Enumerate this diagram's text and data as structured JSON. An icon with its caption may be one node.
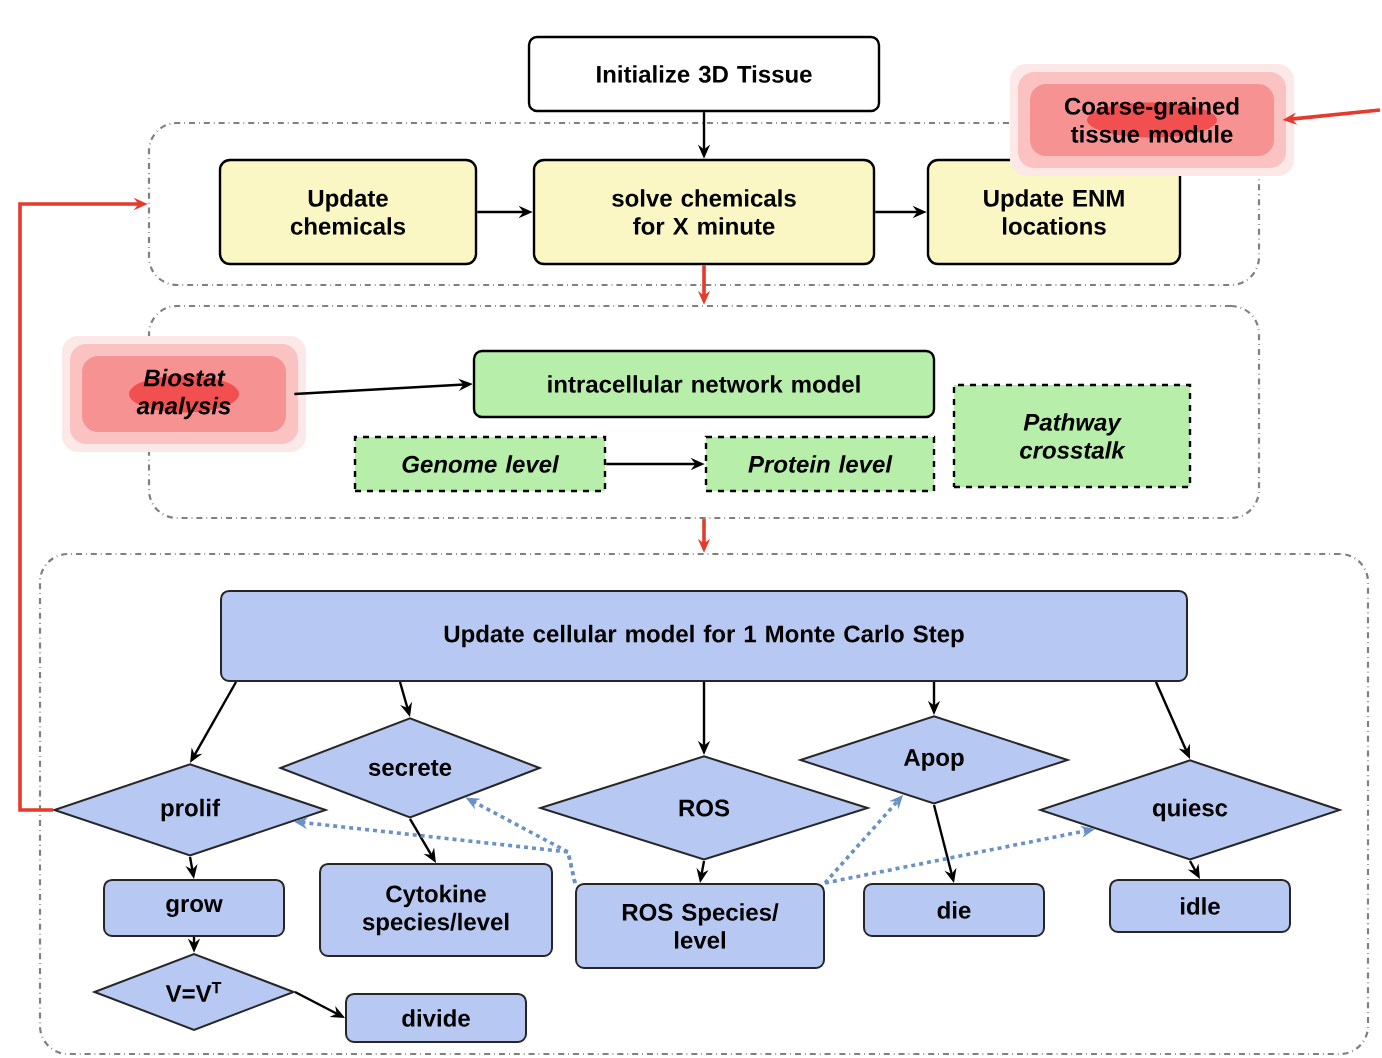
{
  "diagram": {
    "nodes": [
      {
        "text": [
          "Initialize 3D Tissue"
        ]
      },
      {
        "text": [],
        "shape": "box"
      },
      {
        "text": [
          "Update chemicals"
        ],
        "in": 1
      },
      {
        "text": [
          "solve chemicals for X minute"
        ],
        "in": 1
      },
      {
        "text": [
          "Update ENM locations"
        ],
        "in": 1
      },
      {
        "text": [
          "Coarse-grained tissue module"
        ]
      },
      {
        "text": [],
        "shape": "box"
      },
      {
        "text": [
          "Biostat analysis"
        ]
      },
      {
        "text": [
          "intracellular network model"
        ],
        "in": 6
      },
      {
        "text": [
          "Genome level"
        ],
        "in": 6
      },
      {
        "text": [
          "Protein level"
        ],
        "in": 6
      },
      {
        "text": [
          "Pathway crosstalk"
        ],
        "in": 6
      },
      {
        "text": [],
        "shape": "box"
      },
      {
        "text": [
          "Update cellular model for 1 Monte Carlo Step"
        ],
        "in": 12
      },
      {
        "text": [
          "prolif"
        ],
        "in": 12
      },
      {
        "text": [
          "secrete"
        ],
        "in": 12
      },
      {
        "text": [
          "ROS"
        ],
        "in": 12
      },
      {
        "text": [
          "Apop"
        ],
        "in": 12
      },
      {
        "text": [
          "quiesc"
        ],
        "in": 12
      },
      {
        "text": [
          "grow"
        ],
        "in": 12
      },
      {
        "text": [
          "Cytokine species/level"
        ],
        "in": 12
      },
      {
        "text": [
          "ROS Species/ level"
        ],
        "in": 12
      },
      {
        "text": [
          "die"
        ],
        "in": 12
      },
      {
        "text": [
          "idle"
        ],
        "in": 12
      },
      {
        "text": [
          "V=V$^{T}$"
        ],
        "in": 12
      },
      {
        "text": [
          "divide"
        ],
        "in": 12
      }
    ],
    "edges": [
      {
        "from": 0,
        "to": 3,
        "arrow": "to"
      },
      {
        "from": 2,
        "to": 3,
        "arrow": "to"
      },
      {
        "from": 3,
        "to": 4,
        "arrow": "to"
      },
      {
        "from": null,
        "to": 5,
        "arrow": "to",
        "color": "#e53a2c"
      },
      {
        "from": 14,
        "to": 1,
        "arrow": "to",
        "color": "#e53a2c"
      },
      {
        "from": 3,
        "to": 6,
        "arrow": "to",
        "color": "#e53a2c"
      },
      {
        "from": 6,
        "to": 12,
        "arrow": "to",
        "color": "#e53a2c"
      },
      {
        "from": 7,
        "to": 8,
        "arrow": "to"
      },
      {
        "from": 9,
        "to": 10,
        "arrow": "to"
      },
      {
        "from": 13,
        "to": 14,
        "arrow": "to"
      },
      {
        "from": 13,
        "to": 15,
        "arrow": "to"
      },
      {
        "from": 13,
        "to": 16,
        "arrow": "to"
      },
      {
        "from": 13,
        "to": 17,
        "arrow": "to"
      },
      {
        "from": 13,
        "to": 18,
        "arrow": "to"
      },
      {
        "from": 14,
        "to": 19,
        "arrow": "to"
      },
      {
        "from": 15,
        "to": 20,
        "arrow": "to"
      },
      {
        "from": 16,
        "to": 21,
        "arrow": "to"
      },
      {
        "from": 17,
        "to": 22,
        "arrow": "to"
      },
      {
        "from": 18,
        "to": 23,
        "arrow": "to"
      },
      {
        "from": 19,
        "to": 24,
        "arrow": "to"
      },
      {
        "from": 24,
        "to": 25,
        "arrow": "to"
      },
      {
        "from": 21,
        "to": 14,
        "arrow": "to",
        "style": "dashed",
        "color": "#6b92c6"
      },
      {
        "from": 21,
        "to": 15,
        "arrow": "to",
        "style": "dashed",
        "color": "#6b92c6"
      },
      {
        "from": 21,
        "to": 17,
        "arrow": "to",
        "style": "dashed",
        "color": "#6b92c6"
      },
      {
        "from": 21,
        "to": 18,
        "arrow": "to",
        "style": "dashed",
        "color": "#6b92c6"
      }
    ]
  }
}
